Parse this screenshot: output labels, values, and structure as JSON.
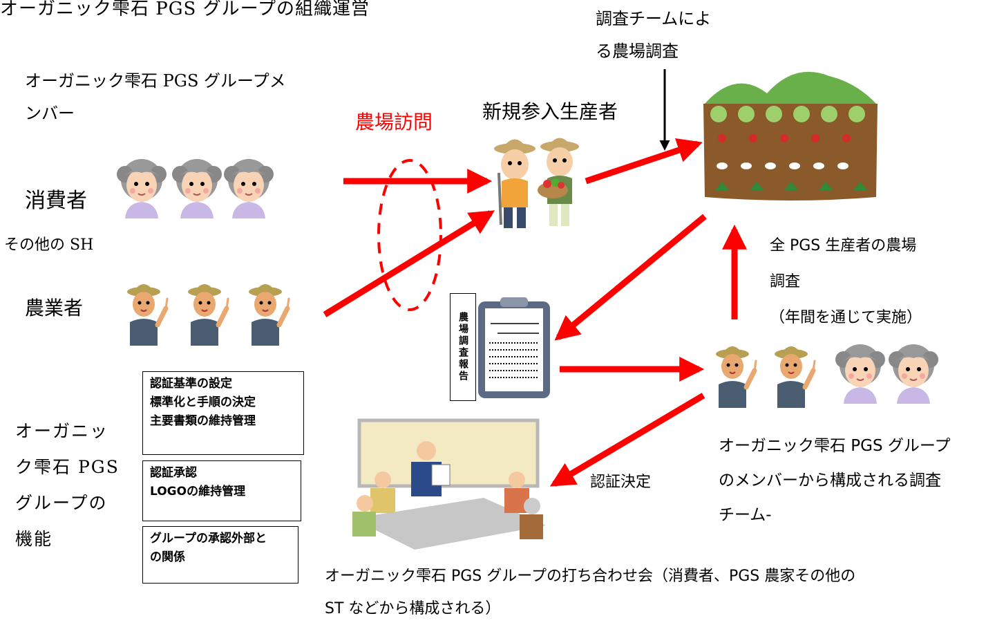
{
  "title": "オーガニック雫石 PGS グループの組織運営",
  "survey_team_caption": "調査チームによ\nる農場調査",
  "member_caption": "オーガニック雫石 PGS グループメ\nンバー",
  "consumer_label": "消費者",
  "other_sh_label": "その他の SH",
  "farmer_label": "農業者",
  "farm_visit_label": "農場訪問",
  "new_producer_label": "新規参入生産者",
  "all_survey_label": "全 PGS 生産者の農場\n調査\n（年間を通じて実施）",
  "report_label": "農場調査報告",
  "function_label": "オーガニッ\nク雫石 PGS\nグループの\n機能",
  "function_boxes": [
    {
      "lines": "認証基準の設定\n標準化と手順の決定\n主要書類の維持管理"
    },
    {
      "lines": "認証承認\nLOGOの維持管理"
    },
    {
      "lines": "グループの承認外部と\nの関係"
    }
  ],
  "cert_decision_label": "認証決定",
  "team_caption": "オーガニック雫石 PGS グループ\nのメンバーから構成される調査\nチーム-",
  "meeting_caption": "オーガニック雫石 PGS グループの打ち合わせ会（消費者、PGS  農家その他の\nST などから構成される）",
  "colors": {
    "arrow": "#ff0000",
    "accent_text": "#ff0000"
  },
  "icons": [
    "elderly-woman-icon",
    "farmer-icon",
    "young-farmers-icon",
    "farm-field-icon",
    "clipboard-report-icon",
    "meeting-icon"
  ]
}
